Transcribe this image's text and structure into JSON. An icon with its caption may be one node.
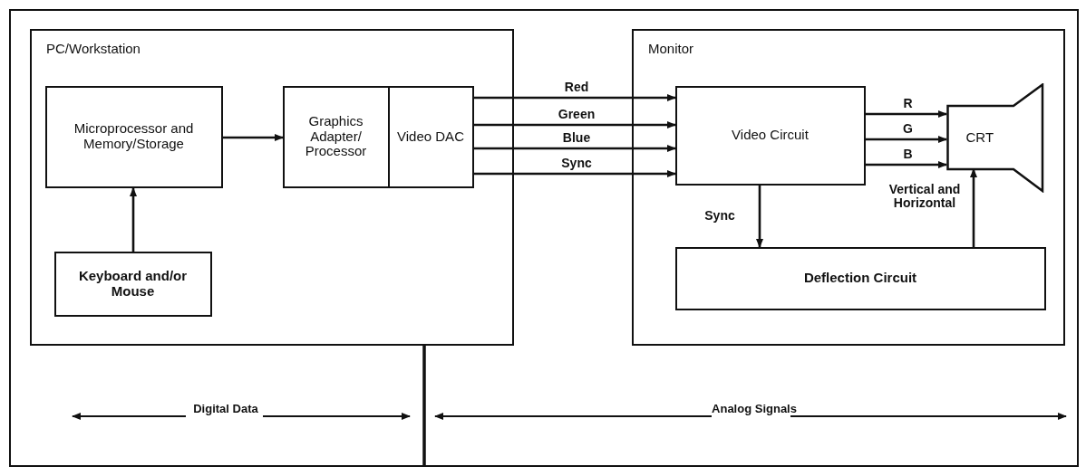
{
  "diagram": {
    "nodes": [
      {
        "text": [
          "PC/Workstation"
        ]
      },
      {
        "text": [
          "Microprocessor and Memory/Storage"
        ],
        "in": 0
      },
      {
        "text": [
          "Graphics Adapter/ Processor"
        ],
        "in": 0
      },
      {
        "text": [
          "Video DAC"
        ],
        "in": 0
      },
      {
        "text": [
          "Keyboard and/or Mouse"
        ],
        "in": 0
      },
      {
        "text": [
          "Monitor"
        ]
      },
      {
        "text": [
          "Video Circuit"
        ],
        "in": 5
      },
      {
        "text": [
          "CRT"
        ],
        "in": 5
      },
      {
        "text": [
          "Deflection Circuit"
        ],
        "in": 5
      }
    ],
    "edges": [
      {
        "from": 1,
        "to": 2,
        "arrow": "to"
      },
      {
        "from": 4,
        "to": 1,
        "arrow": "to"
      },
      {
        "from": 3,
        "to": 6,
        "arrow": "to",
        "label": "Red"
      },
      {
        "from": 3,
        "to": 6,
        "arrow": "to",
        "label": "Green"
      },
      {
        "from": 3,
        "to": 6,
        "arrow": "to",
        "label": "Blue"
      },
      {
        "from": 3,
        "to": 6,
        "arrow": "to",
        "label": "Sync"
      },
      {
        "from": 6,
        "to": 7,
        "arrow": "to",
        "label": "R"
      },
      {
        "from": 6,
        "to": 7,
        "arrow": "to",
        "label": "G"
      },
      {
        "from": 6,
        "to": 7,
        "arrow": "to",
        "label": "B"
      },
      {
        "from": 6,
        "to": 8,
        "arrow": "to",
        "label": "Sync"
      },
      {
        "from": 8,
        "to": 7,
        "arrow": "to",
        "label": "Vertical and Horizontal"
      }
    ],
    "labels": [
      "Digital Data",
      "Analog Signals"
    ]
  }
}
